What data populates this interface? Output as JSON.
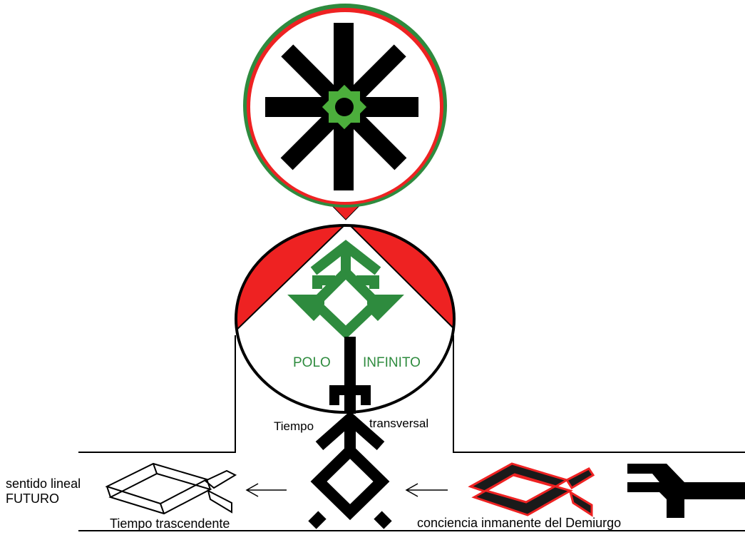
{
  "labels": {
    "polo": "POLO",
    "infinito": "INFINITO",
    "tiempo": "Tiempo",
    "transversal": "transversal",
    "sentido_lineal": "sentido lineal",
    "futuro": "FUTURO",
    "tiempo_trascendente": "Tiempo trascendente",
    "conciencia": "conciencia inmanente del Demiurgo"
  },
  "colors": {
    "green": "#2e8b3e",
    "light_green": "#4cae3c",
    "red": "#ee2222",
    "black": "#000000",
    "background": "#ffffff"
  },
  "icons": [
    "eight-arm-star-icon",
    "green-rune-icon",
    "tree-rune-icon",
    "diamond-rune-icon",
    "outline-fish-icon",
    "red-fish-icon",
    "hook-rune-icon",
    "arrow-left-icon"
  ]
}
